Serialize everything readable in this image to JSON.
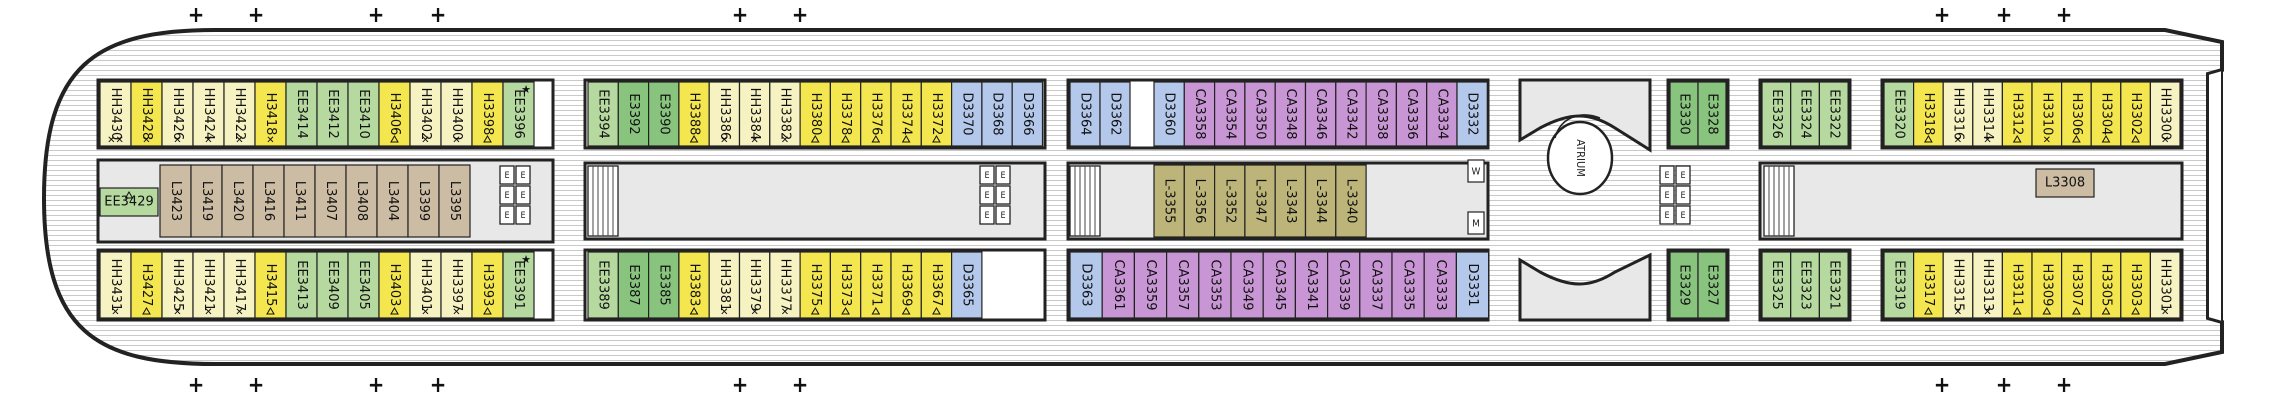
{
  "colors": {
    "yellow": "#f4e64f",
    "cream": "#f6f2c2",
    "green": "#b6d9a0",
    "darkgreen": "#88c47e",
    "blue": "#b3c8ea",
    "purple": "#c896d4",
    "olive": "#bcb478",
    "tan": "#cbbca3",
    "hull": "#ffffff",
    "lines": "#cfcfcf",
    "stroke": "#222222",
    "grey": "#e6e6e6"
  },
  "icons": [
    "plus-icon",
    "star-icon",
    "triangle-icon",
    "x-icon",
    "elevator-icon",
    "stair-icon"
  ],
  "labels": {
    "atrium": "ATRIUM",
    "elevator": "E",
    "women": "W",
    "men": "M"
  },
  "cabins": [
    {
      "id": "HH3430",
      "c": "cream",
      "m": "xx"
    },
    {
      "id": "HH3428",
      "c": "yellow",
      "m": "x"
    },
    {
      "id": "HH3426",
      "c": "cream",
      "m": "x"
    },
    {
      "id": "HH3424",
      "c": "cream",
      "m": "x"
    },
    {
      "id": "HH3422",
      "c": "cream",
      "m": "x"
    },
    {
      "id": "H3418",
      "c": "yellow",
      "m": "x"
    },
    {
      "id": "EE3414",
      "c": "green",
      "m": ""
    },
    {
      "id": "EE3412",
      "c": "green",
      "m": ""
    },
    {
      "id": "EE3410",
      "c": "green",
      "m": ""
    },
    {
      "id": "H3406",
      "c": "yellow",
      "m": "tri"
    },
    {
      "id": "HH3402",
      "c": "cream",
      "m": "x"
    },
    {
      "id": "HH3400",
      "c": "cream",
      "m": "x"
    },
    {
      "id": "H3398",
      "c": "yellow",
      "m": "tri"
    },
    {
      "id": "EE3396",
      "c": "green",
      "m": "star"
    },
    {
      "id": "EE3394",
      "c": "green",
      "m": ""
    },
    {
      "id": "E3392",
      "c": "darkgreen",
      "m": ""
    },
    {
      "id": "E3390",
      "c": "darkgreen",
      "m": ""
    },
    {
      "id": "H3388",
      "c": "yellow",
      "m": "tri"
    },
    {
      "id": "HH3386",
      "c": "cream",
      "m": "x"
    },
    {
      "id": "HH3384",
      "c": "cream",
      "m": "x"
    },
    {
      "id": "HH3382",
      "c": "cream",
      "m": "x"
    },
    {
      "id": "H3380",
      "c": "yellow",
      "m": "tri"
    },
    {
      "id": "H3378",
      "c": "yellow",
      "m": "tri"
    },
    {
      "id": "H3376",
      "c": "yellow",
      "m": "tri"
    },
    {
      "id": "H3374",
      "c": "yellow",
      "m": "tri"
    },
    {
      "id": "H3372",
      "c": "yellow",
      "m": "tri"
    },
    {
      "id": "D3370",
      "c": "blue",
      "m": ""
    },
    {
      "id": "D3368",
      "c": "blue",
      "m": ""
    },
    {
      "id": "D3366",
      "c": "blue",
      "m": ""
    },
    {
      "id": "D3364",
      "c": "blue",
      "m": ""
    },
    {
      "id": "D3362",
      "c": "blue",
      "m": ""
    },
    {
      "id": "D3360",
      "c": "blue",
      "m": ""
    },
    {
      "id": "CA3358",
      "c": "purple",
      "m": ""
    },
    {
      "id": "CA3354",
      "c": "purple",
      "m": ""
    },
    {
      "id": "CA3350",
      "c": "purple",
      "m": ""
    },
    {
      "id": "CA3348",
      "c": "purple",
      "m": ""
    },
    {
      "id": "CA3346",
      "c": "purple",
      "m": ""
    },
    {
      "id": "CA3342",
      "c": "purple",
      "m": ""
    },
    {
      "id": "CA3338",
      "c": "purple",
      "m": ""
    },
    {
      "id": "CA3336",
      "c": "purple",
      "m": ""
    },
    {
      "id": "CA3334",
      "c": "purple",
      "m": ""
    },
    {
      "id": "D3332",
      "c": "blue",
      "m": ""
    },
    {
      "id": "E3330",
      "c": "darkgreen",
      "m": ""
    },
    {
      "id": "E3328",
      "c": "darkgreen",
      "m": ""
    },
    {
      "id": "EE3326",
      "c": "green",
      "m": ""
    },
    {
      "id": "EE3324",
      "c": "green",
      "m": ""
    },
    {
      "id": "EE3322",
      "c": "green",
      "m": ""
    },
    {
      "id": "EE3320",
      "c": "green",
      "m": ""
    },
    {
      "id": "H3318",
      "c": "yellow",
      "m": "tri"
    },
    {
      "id": "HH3316",
      "c": "cream",
      "m": "x"
    },
    {
      "id": "HH3314",
      "c": "cream",
      "m": "x"
    },
    {
      "id": "H3312",
      "c": "yellow",
      "m": "tri"
    },
    {
      "id": "H3310",
      "c": "yellow",
      "m": "x"
    },
    {
      "id": "H3306",
      "c": "yellow",
      "m": "tri"
    },
    {
      "id": "H3304",
      "c": "yellow",
      "m": "tri"
    },
    {
      "id": "H3302",
      "c": "yellow",
      "m": "tri"
    },
    {
      "id": "HH3300",
      "c": "cream",
      "m": "x"
    },
    {
      "id": "L3423",
      "c": "tan",
      "m": ""
    },
    {
      "id": "L3419",
      "c": "tan",
      "m": ""
    },
    {
      "id": "L3420",
      "c": "tan",
      "m": ""
    },
    {
      "id": "L3416",
      "c": "tan",
      "m": ""
    },
    {
      "id": "L3411",
      "c": "tan",
      "m": ""
    },
    {
      "id": "L3407",
      "c": "tan",
      "m": ""
    },
    {
      "id": "L3408",
      "c": "tan",
      "m": ""
    },
    {
      "id": "L3404",
      "c": "tan",
      "m": ""
    },
    {
      "id": "L3399",
      "c": "tan",
      "m": ""
    },
    {
      "id": "L3395",
      "c": "tan",
      "m": ""
    },
    {
      "id": "EE3429",
      "c": "green",
      "m": "tri"
    },
    {
      "id": "L-3355",
      "c": "olive",
      "m": ""
    },
    {
      "id": "L-3356",
      "c": "olive",
      "m": ""
    },
    {
      "id": "L-3352",
      "c": "olive",
      "m": ""
    },
    {
      "id": "L-3347",
      "c": "olive",
      "m": ""
    },
    {
      "id": "L-3343",
      "c": "olive",
      "m": ""
    },
    {
      "id": "L-3344",
      "c": "olive",
      "m": ""
    },
    {
      "id": "L-3340",
      "c": "olive",
      "m": ""
    },
    {
      "id": "L3308",
      "c": "tan",
      "m": ""
    },
    {
      "id": "HH3431",
      "c": "cream",
      "m": "x"
    },
    {
      "id": "H3427",
      "c": "yellow",
      "m": "tri"
    },
    {
      "id": "HH3425",
      "c": "cream",
      "m": "x"
    },
    {
      "id": "HH3421",
      "c": "cream",
      "m": "x"
    },
    {
      "id": "HH3417",
      "c": "cream",
      "m": "x"
    },
    {
      "id": "H3415",
      "c": "yellow",
      "m": "tri"
    },
    {
      "id": "EE3413",
      "c": "green",
      "m": ""
    },
    {
      "id": "EE3409",
      "c": "green",
      "m": ""
    },
    {
      "id": "EE3405",
      "c": "green",
      "m": ""
    },
    {
      "id": "H3403",
      "c": "yellow",
      "m": "tri"
    },
    {
      "id": "HH3401",
      "c": "cream",
      "m": "x"
    },
    {
      "id": "HH3397",
      "c": "cream",
      "m": "x"
    },
    {
      "id": "H3393",
      "c": "yellow",
      "m": "tri"
    },
    {
      "id": "EE3391",
      "c": "green",
      "m": "star"
    },
    {
      "id": "EE3389",
      "c": "green",
      "m": ""
    },
    {
      "id": "E3387",
      "c": "darkgreen",
      "m": ""
    },
    {
      "id": "E3385",
      "c": "darkgreen",
      "m": ""
    },
    {
      "id": "H3383",
      "c": "yellow",
      "m": "tri"
    },
    {
      "id": "HH3381",
      "c": "cream",
      "m": "x"
    },
    {
      "id": "HH3379",
      "c": "cream",
      "m": "x"
    },
    {
      "id": "HH3377",
      "c": "cream",
      "m": "x"
    },
    {
      "id": "H3375",
      "c": "yellow",
      "m": "tri"
    },
    {
      "id": "H3373",
      "c": "yellow",
      "m": "tri"
    },
    {
      "id": "H3371",
      "c": "yellow",
      "m": "tri"
    },
    {
      "id": "H3369",
      "c": "yellow",
      "m": "tri"
    },
    {
      "id": "H3367",
      "c": "yellow",
      "m": "tri"
    },
    {
      "id": "D3365",
      "c": "blue",
      "m": ""
    },
    {
      "id": "D3363",
      "c": "blue",
      "m": ""
    },
    {
      "id": "CA3361",
      "c": "purple",
      "m": ""
    },
    {
      "id": "CA3359",
      "c": "purple",
      "m": ""
    },
    {
      "id": "CA3357",
      "c": "purple",
      "m": ""
    },
    {
      "id": "CA3353",
      "c": "purple",
      "m": ""
    },
    {
      "id": "CA3349",
      "c": "purple",
      "m": ""
    },
    {
      "id": "CA3345",
      "c": "purple",
      "m": ""
    },
    {
      "id": "CA3341",
      "c": "purple",
      "m": ""
    },
    {
      "id": "CA3339",
      "c": "purple",
      "m": ""
    },
    {
      "id": "CA3337",
      "c": "purple",
      "m": ""
    },
    {
      "id": "CA3335",
      "c": "purple",
      "m": ""
    },
    {
      "id": "CA3333",
      "c": "purple",
      "m": ""
    },
    {
      "id": "D3331",
      "c": "blue",
      "m": ""
    },
    {
      "id": "E3329",
      "c": "darkgreen",
      "m": ""
    },
    {
      "id": "E3327",
      "c": "darkgreen",
      "m": ""
    },
    {
      "id": "EE3325",
      "c": "green",
      "m": ""
    },
    {
      "id": "EE3323",
      "c": "green",
      "m": ""
    },
    {
      "id": "EE3321",
      "c": "green",
      "m": ""
    },
    {
      "id": "EE3319",
      "c": "green",
      "m": ""
    },
    {
      "id": "H3317",
      "c": "yellow",
      "m": "tri"
    },
    {
      "id": "HH3315",
      "c": "cream",
      "m": "x"
    },
    {
      "id": "HH3313",
      "c": "cream",
      "m": "x"
    },
    {
      "id": "H3311",
      "c": "yellow",
      "m": "tri"
    },
    {
      "id": "H3309",
      "c": "yellow",
      "m": "tri"
    },
    {
      "id": "H3307",
      "c": "yellow",
      "m": "tri"
    },
    {
      "id": "H3305",
      "c": "yellow",
      "m": "tri"
    },
    {
      "id": "H3303",
      "c": "yellow",
      "m": "tri"
    },
    {
      "id": "HH3301",
      "c": "cream",
      "m": "x"
    }
  ]
}
